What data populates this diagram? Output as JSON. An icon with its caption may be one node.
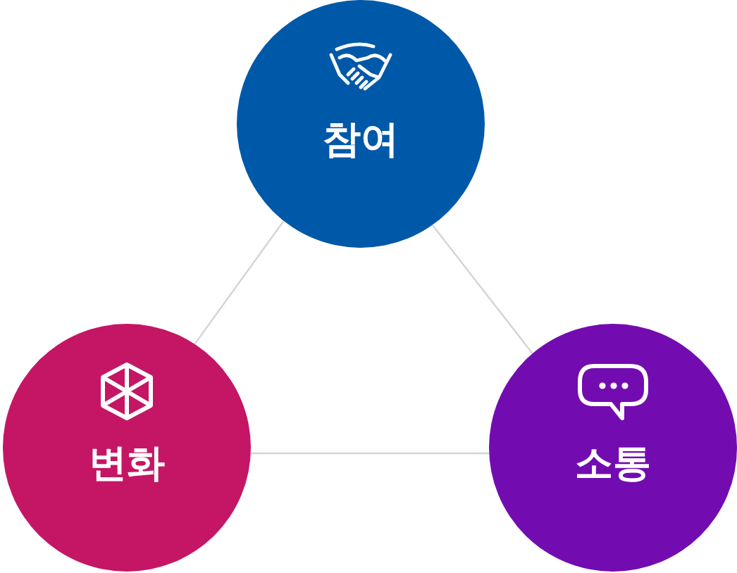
{
  "diagram": {
    "nodes": [
      {
        "text": [
          "참여"
        ]
      },
      {
        "text": [
          "변화"
        ]
      },
      {
        "text": [
          "소통"
        ]
      }
    ],
    "edges": [
      {
        "from": 0,
        "to": 1,
        "arrow": "none"
      },
      {
        "from": 0,
        "to": 2,
        "arrow": "none"
      },
      {
        "from": 1,
        "to": 2,
        "arrow": "none"
      }
    ]
  }
}
